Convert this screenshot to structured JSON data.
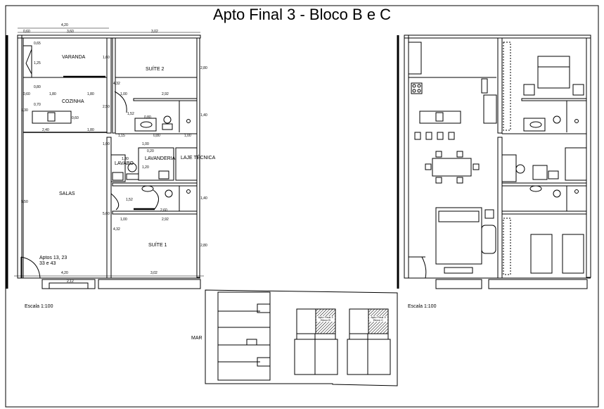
{
  "title": "Apto Final 3 - Bloco B e C",
  "left_plan": {
    "rooms": {
      "varanda": "VARANDA",
      "suite2": "SUÍTE 2",
      "cozinha": "COZINHA",
      "lavabo": "LAVABO",
      "lavanderia": "LAVANDERIA",
      "laje_tecnica": "LAJE TÉCNICA",
      "salas": "SALAS",
      "suite1": "SUÍTE 1"
    },
    "note_line1": "Aptos 13, 23",
    "note_line2": "33 e 43",
    "dimensions": [
      "4,20",
      "0,60",
      "3,60",
      "3,02",
      "0,65",
      "1,25",
      "1,60",
      "2,80",
      "0,80",
      "4,32",
      "0,60",
      "1,80",
      "1,80",
      "1,00",
      "2,92",
      "0,70",
      "1,30",
      "2,50",
      "0,60",
      "1,52",
      "0,80",
      "1,40",
      "2,40",
      "1,80",
      "1,15",
      "0,80",
      "1,00",
      "1,00",
      "1,00",
      "0,20",
      "1,30",
      "1,20",
      "5,50",
      "1,52",
      "2,60",
      "1,40",
      "5,60",
      "1,00",
      "2,92",
      "4,32",
      "2,80",
      "4,20",
      "3,02",
      "2,12"
    ],
    "scale": "Escala 1:100"
  },
  "right_plan": {
    "scale": "Escala 1:100"
  },
  "site_plan": {
    "sea_label": "MAR",
    "block_b_label": "Apto Final 3 Bloco B",
    "block_c_label": "Apto Final 3 Bloco C"
  }
}
